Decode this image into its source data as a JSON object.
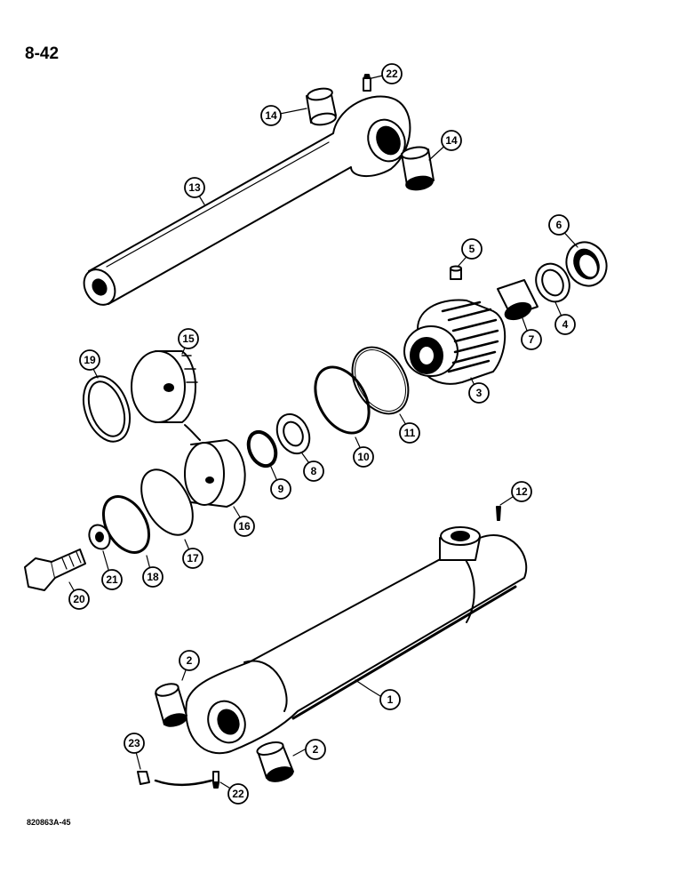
{
  "header": {
    "page_number": "8-42"
  },
  "footer": {
    "figure_code": "820863A-45"
  },
  "callouts": [
    {
      "id": "1",
      "label": "1"
    },
    {
      "id": "2a",
      "label": "2"
    },
    {
      "id": "2b",
      "label": "2"
    },
    {
      "id": "3",
      "label": "3"
    },
    {
      "id": "4",
      "label": "4"
    },
    {
      "id": "5",
      "label": "5"
    },
    {
      "id": "6",
      "label": "6"
    },
    {
      "id": "7",
      "label": "7"
    },
    {
      "id": "8",
      "label": "8"
    },
    {
      "id": "9",
      "label": "9"
    },
    {
      "id": "10",
      "label": "10"
    },
    {
      "id": "11",
      "label": "11"
    },
    {
      "id": "12",
      "label": "12"
    },
    {
      "id": "13",
      "label": "13"
    },
    {
      "id": "14a",
      "label": "14"
    },
    {
      "id": "14b",
      "label": "14"
    },
    {
      "id": "15",
      "label": "15"
    },
    {
      "id": "16",
      "label": "16"
    },
    {
      "id": "17",
      "label": "17"
    },
    {
      "id": "18",
      "label": "18"
    },
    {
      "id": "19",
      "label": "19"
    },
    {
      "id": "20",
      "label": "20"
    },
    {
      "id": "21",
      "label": "21"
    },
    {
      "id": "22a",
      "label": "22"
    },
    {
      "id": "22b",
      "label": "22"
    },
    {
      "id": "23",
      "label": "23"
    }
  ]
}
